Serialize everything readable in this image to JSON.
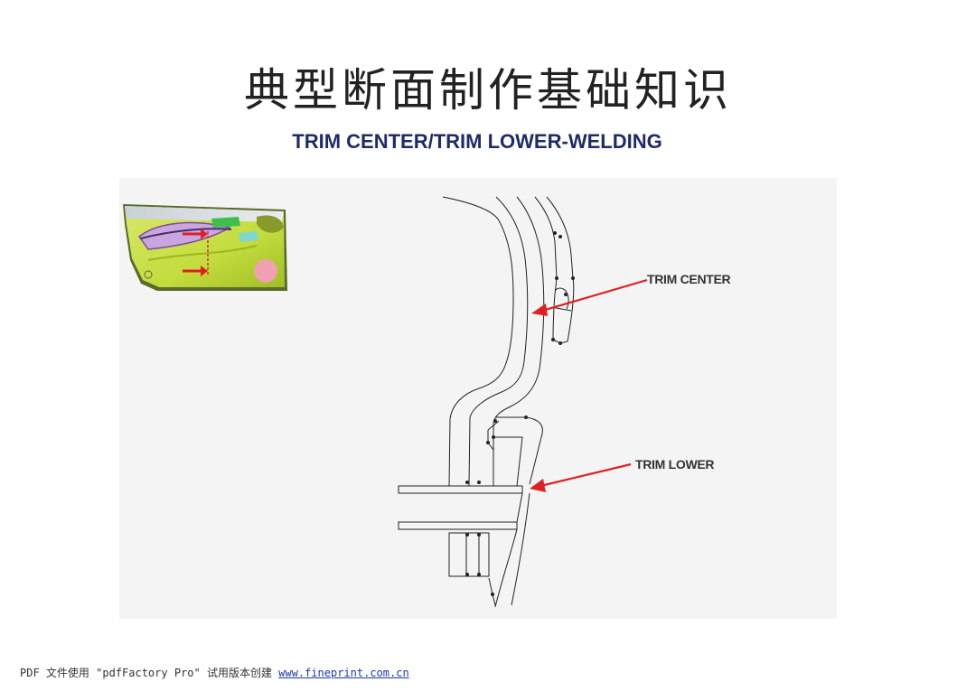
{
  "slide": {
    "title": "典型断面制作基础知识",
    "subtitle": "TRIM CENTER/TRIM LOWER-WELDING"
  },
  "figure": {
    "thumbnail_icon": "door-trim-panel-image",
    "drawing_icon": "cross-section-line-drawing",
    "callouts": [
      {
        "label": "TRIM CENTER"
      },
      {
        "label": "TRIM LOWER"
      }
    ],
    "arrow_color": "#e02020"
  },
  "footer": {
    "text": "PDF 文件使用 \"pdfFactory Pro\" 试用版本创建 ",
    "link_text": "www.fineprint.com.cn"
  }
}
